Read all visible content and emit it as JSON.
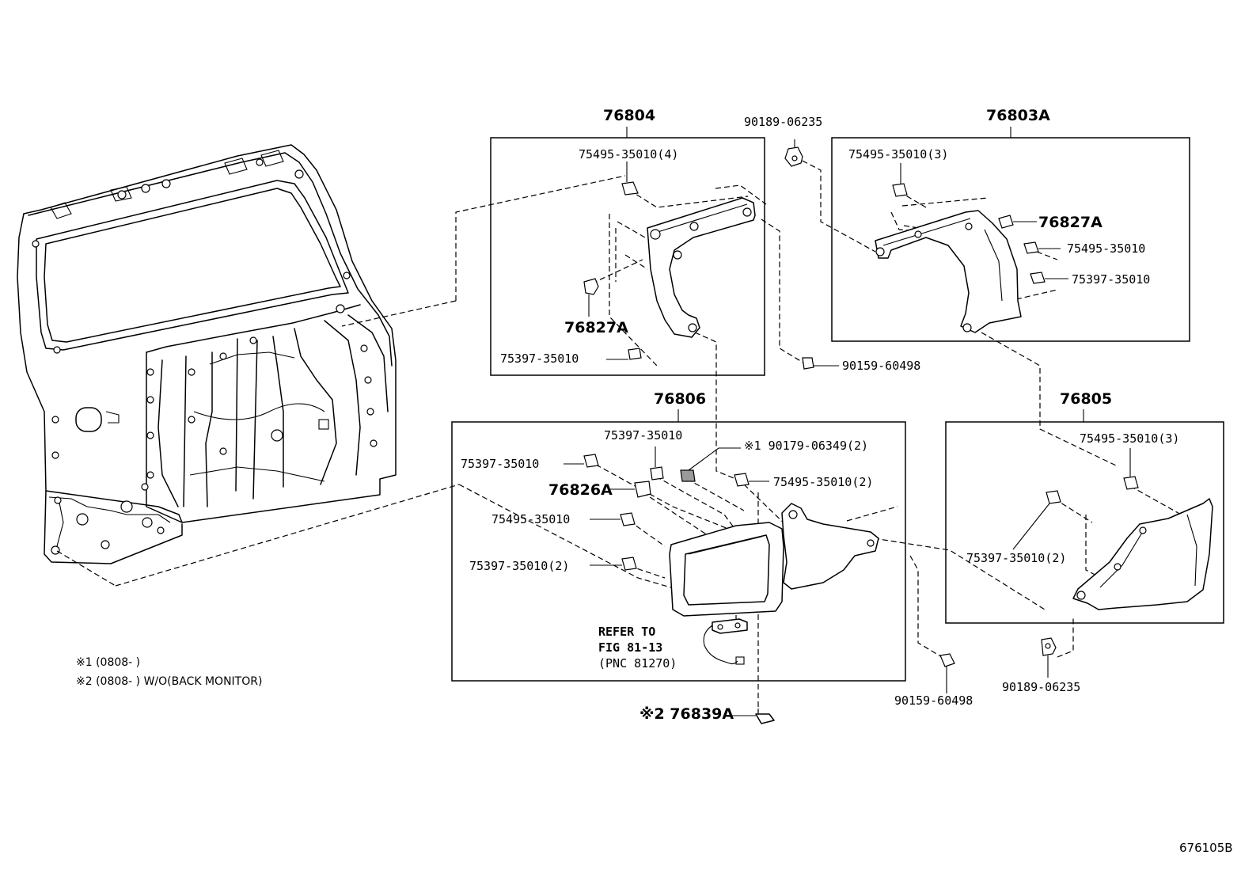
{
  "groups": {
    "g76804": "76804",
    "g76803a": "76803A",
    "g76806": "76806",
    "g76805": "76805"
  },
  "parts": {
    "p_90189_top": "90189-06235",
    "p_75495_4": "75495-35010(4)",
    "p_76827a_left": "76827A",
    "p_75397_left": "75397-35010",
    "p_75495_3_right": "75495-35010(3)",
    "p_76827a_right": "76827A",
    "p_75495_right": "75495-35010",
    "p_75397_right": "75397-35010",
    "p_90159_mid": "90159-60498",
    "p_75397_c1": "75397-35010",
    "p_75397_c2": "75397-35010",
    "p_90179": "※1 90179-06349(2)",
    "p_75495_2": "75495-35010(2)",
    "p_76826a": "76826A",
    "p_75495_c": "75495-35010",
    "p_75397_2": "75397-35010(2)",
    "p_75495_3_lr": "75495-35010(3)",
    "p_75397_2_lr": "75397-35010(2)",
    "p_90159_bottom": "90159-60498",
    "p_90189_bottom": "90189-06235",
    "p_76839a": "※2 76839A"
  },
  "reference": {
    "line1": "REFER TO",
    "line2": "FIG 81-13",
    "line3": "(PNC 81270)"
  },
  "notes": {
    "note1": "※1 (0808-        )",
    "note2": "※2 (0808-        ) W/O(BACK MONITOR)"
  },
  "figure_id": "676105B"
}
